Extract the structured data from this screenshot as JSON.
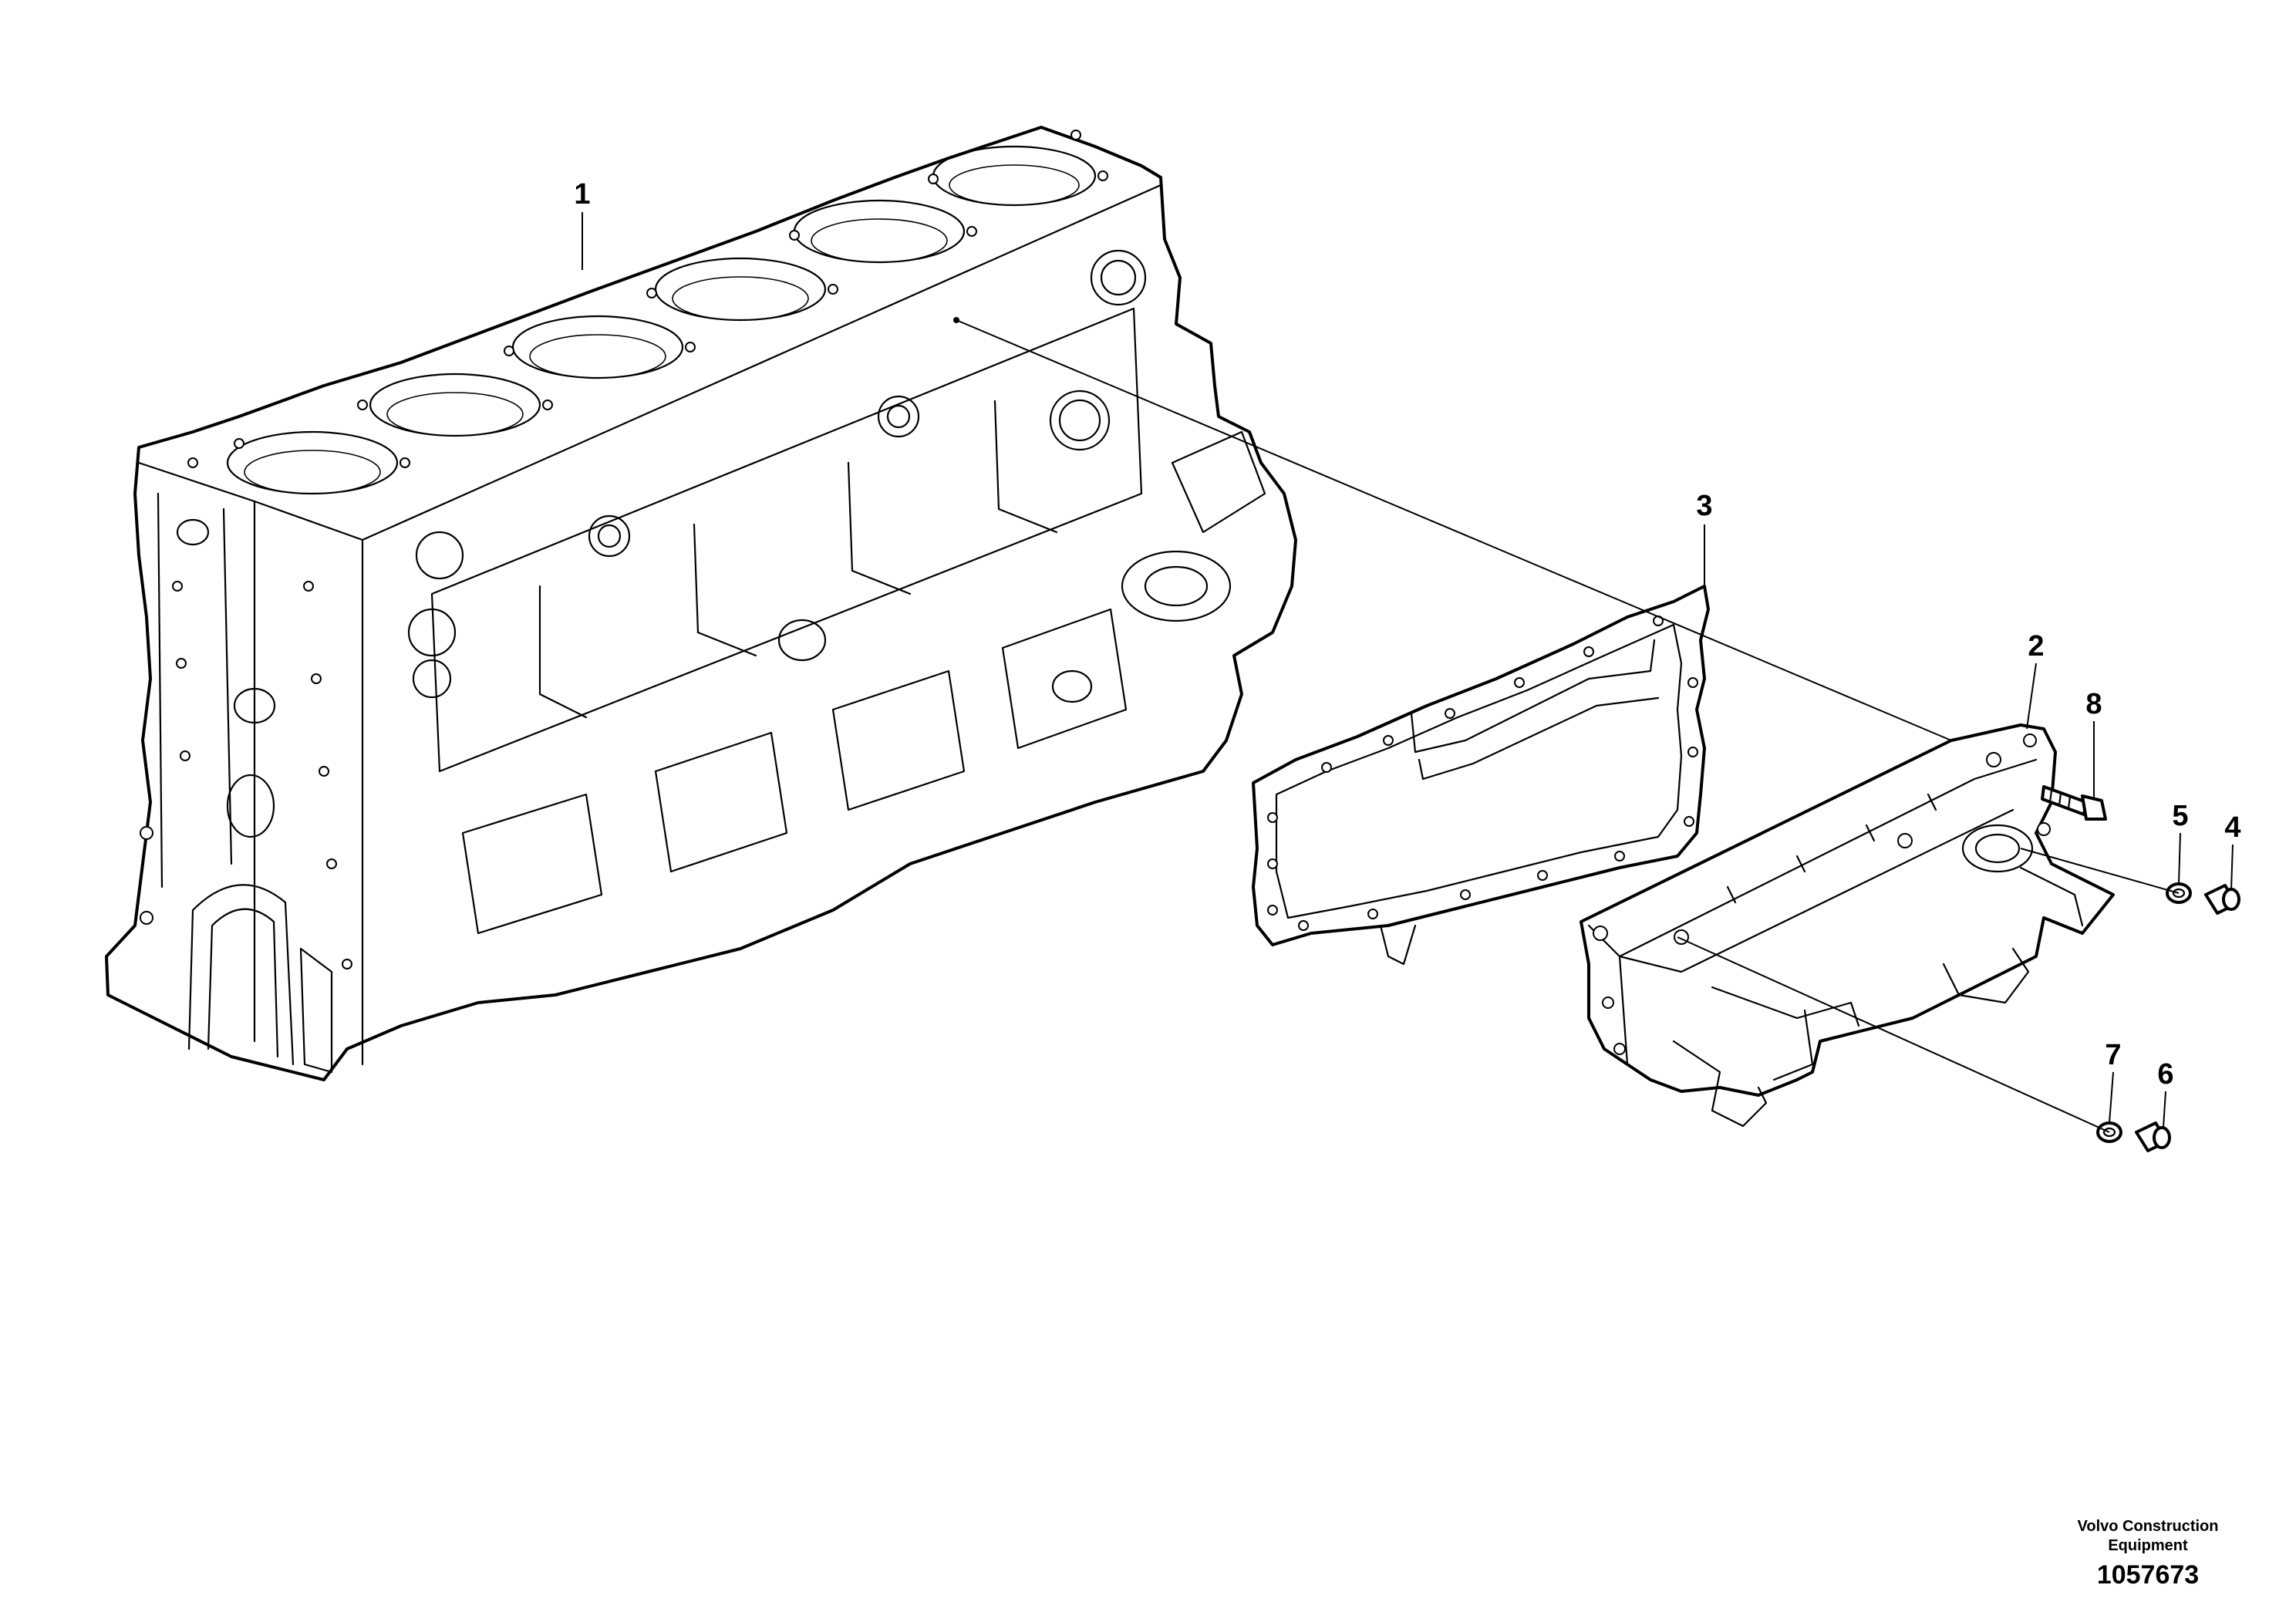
{
  "drawing": {
    "brand_line1": "Volvo Construction",
    "brand_line2": "Equipment",
    "reference_number": "1057673"
  },
  "callouts": [
    {
      "label": "1",
      "part": "cylinder-block"
    },
    {
      "label": "2",
      "part": "oil-cooler-cover"
    },
    {
      "label": "3",
      "part": "gasket"
    },
    {
      "label": "4",
      "part": "plug"
    },
    {
      "label": "5",
      "part": "seal-ring"
    },
    {
      "label": "6",
      "part": "plug"
    },
    {
      "label": "7",
      "part": "seal-ring"
    },
    {
      "label": "8",
      "part": "flange-screw"
    }
  ]
}
